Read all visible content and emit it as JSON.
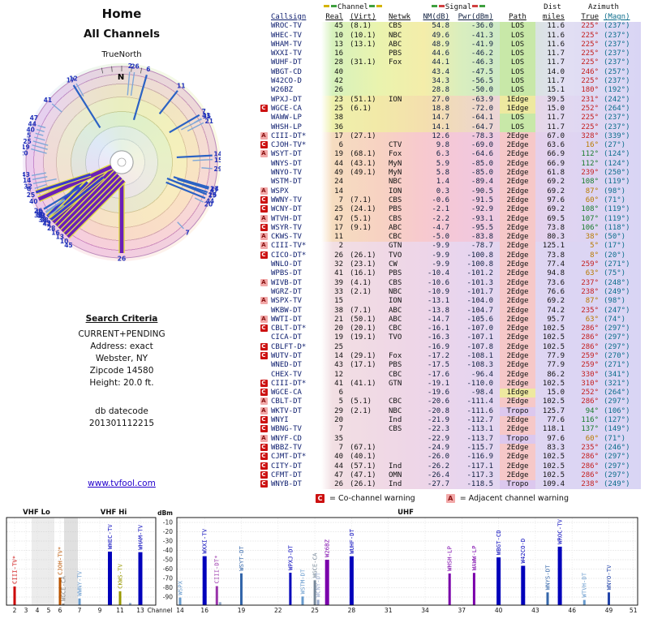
{
  "radar": {
    "title1": "Home",
    "title2": "All Channels",
    "north_label": "TrueNorth",
    "n_label": "N"
  },
  "search": {
    "heading": "Search Criteria",
    "lines": [
      "CURRENT+PENDING",
      "Address: exact",
      "Webster, NY",
      "Zipcode 14580",
      "Height: 20.0 ft."
    ],
    "db_label": "db datecode",
    "db_value": "201301112215",
    "link": "www.tvfool.com"
  },
  "table": {
    "group_headers": {
      "channel": "Channel",
      "signal": "Signal",
      "dist": "Dist",
      "azimuth": "Azimuth"
    },
    "col_headers": {
      "callsign": "Callsign",
      "real": "Real",
      "virt": "(Virt)",
      "netwk": "Netwk",
      "nm": "NM(dB)",
      "pwr": "Pwr(dBm)",
      "path": "Path",
      "miles": "miles",
      "true": "True",
      "magn": "(Magn)"
    }
  },
  "legend": {
    "c_label": "C",
    "c_text": "= Co-channel warning",
    "a_label": "A",
    "a_text": "= Adjacent channel warning"
  },
  "spectrum_axis": {
    "ylabel": "dBm",
    "xlabel": "Channel",
    "bands": [
      "VHF Lo",
      "VHF Hi",
      "UHF"
    ],
    "yticks": [
      -10,
      -20,
      -30,
      -40,
      -50,
      -60,
      -70,
      -80,
      -90
    ],
    "vhf_lo_ticks": [
      2,
      3,
      4,
      5,
      6
    ],
    "vhf_hi_ticks": [
      7,
      9,
      11,
      13
    ],
    "uhf_ticks": [
      14,
      16,
      19,
      22,
      25,
      28,
      31,
      34,
      37,
      40,
      43,
      46,
      49,
      51
    ]
  },
  "chart_data": {
    "type": "table",
    "title": "All Channels",
    "ylim": [
      -95,
      -10
    ],
    "stations": [
      {
        "warn": "",
        "call": "WROC-TV",
        "real": 45,
        "virt": "(8.1)",
        "net": "CBS",
        "nm": 54.8,
        "pwr": -36.0,
        "path": "LOS",
        "mi": 11.6,
        "az": 225,
        "mag": 237,
        "color": "#0000bb"
      },
      {
        "warn": "",
        "call": "WHEC-TV",
        "real": 10,
        "virt": "(10.1)",
        "net": "NBC",
        "nm": 49.6,
        "pwr": -41.3,
        "path": "LOS",
        "mi": 11.6,
        "az": 225,
        "mag": 237,
        "color": "#0000bb"
      },
      {
        "warn": "",
        "call": "WHAM-TV",
        "real": 13,
        "virt": "(13.1)",
        "net": "ABC",
        "nm": 48.9,
        "pwr": -41.9,
        "path": "LOS",
        "mi": 11.6,
        "az": 225,
        "mag": 237,
        "color": "#0000bb"
      },
      {
        "warn": "",
        "call": "WXXI-TV",
        "real": 16,
        "virt": "",
        "net": "PBS",
        "nm": 44.6,
        "pwr": -46.2,
        "path": "LOS",
        "mi": 11.7,
        "az": 225,
        "mag": 237,
        "color": "#0000bb"
      },
      {
        "warn": "",
        "call": "WUHF-DT",
        "real": 28,
        "virt": "(31.1)",
        "net": "Fox",
        "nm": 44.1,
        "pwr": -46.3,
        "path": "LOS",
        "mi": 11.7,
        "az": 225,
        "mag": 237,
        "color": "#0000bb"
      },
      {
        "warn": "",
        "call": "WBGT-CD",
        "real": 40,
        "virt": "",
        "net": "",
        "nm": 43.4,
        "pwr": -47.5,
        "path": "LOS",
        "mi": 14.0,
        "az": 246,
        "mag": 257,
        "color": "#0000bb"
      },
      {
        "warn": "",
        "call": "W42CO-D",
        "real": 42,
        "virt": "",
        "net": "",
        "nm": 34.3,
        "pwr": -56.5,
        "path": "LOS",
        "mi": 11.7,
        "az": 225,
        "mag": 237,
        "color": "#0000bb"
      },
      {
        "warn": "",
        "call": "W26BZ",
        "real": 26,
        "virt": "",
        "net": "",
        "nm": 28.8,
        "pwr": -50.0,
        "path": "LOS",
        "mi": 15.1,
        "az": 180,
        "mag": 192,
        "color": "#7a00aa"
      },
      {
        "warn": "",
        "call": "WPXJ-DT",
        "real": 23,
        "virt": "(51.1)",
        "net": "ION",
        "nm": 27.0,
        "pwr": -63.9,
        "path": "1Edge",
        "mi": 39.5,
        "az": 231,
        "mag": 242,
        "color": "#0000bb"
      },
      {
        "warn": "C",
        "call": "WGCE-CA",
        "real": 25,
        "virt": "(6.1)",
        "net": "",
        "nm": 18.8,
        "pwr": -72.0,
        "path": "1Edge",
        "mi": 15.0,
        "az": 252,
        "mag": 264,
        "color": "#778899"
      },
      {
        "warn": "",
        "call": "WAWW-LP",
        "real": 38,
        "virt": "",
        "net": "",
        "nm": 14.7,
        "pwr": -64.1,
        "path": "LOS",
        "mi": 11.7,
        "az": 225,
        "mag": 237,
        "color": "#7a00aa"
      },
      {
        "warn": "",
        "call": "WHSH-LP",
        "real": 36,
        "virt": "",
        "net": "",
        "nm": 14.1,
        "pwr": -64.7,
        "path": "LOS",
        "mi": 11.7,
        "az": 225,
        "mag": 237,
        "color": "#7a00aa"
      },
      {
        "warn": "A",
        "call": "CIII-DT*",
        "real": 17,
        "virt": "(27.1)",
        "net": "",
        "nm": 12.6,
        "pwr": -78.3,
        "path": "2Edge",
        "mi": 67.0,
        "az": 328,
        "mag": 339,
        "color": "#9933aa"
      },
      {
        "warn": "C",
        "call": "CJOH-TV*",
        "real": 6,
        "virt": "",
        "net": "CTV",
        "nm": 9.8,
        "pwr": -69.0,
        "path": "2Edge",
        "mi": 63.6,
        "az": 16,
        "mag": 27,
        "color": "#bb5500"
      },
      {
        "warn": "A",
        "call": "WSYT-DT",
        "real": 19,
        "virt": "(68.1)",
        "net": "Fox",
        "nm": 6.3,
        "pwr": -64.6,
        "path": "2Edge",
        "mi": 66.9,
        "az": 112,
        "mag": 124,
        "color": "#3366aa"
      },
      {
        "warn": "",
        "call": "WNYS-DT",
        "real": 44,
        "virt": "(43.1)",
        "net": "MyN",
        "nm": 5.9,
        "pwr": -85.0,
        "path": "2Edge",
        "mi": 66.9,
        "az": 112,
        "mag": 124,
        "color": "#3366aa"
      },
      {
        "warn": "",
        "call": "WNYO-TV",
        "real": 49,
        "virt": "(49.1)",
        "net": "MyN",
        "nm": 5.8,
        "pwr": -85.0,
        "path": "2Edge",
        "mi": 61.8,
        "az": 239,
        "mag": 250,
        "color": "#2244aa"
      },
      {
        "warn": "",
        "call": "WSTM-DT",
        "real": 24,
        "virt": "",
        "net": "NBC",
        "nm": 1.4,
        "pwr": -89.4,
        "path": "2Edge",
        "mi": 69.2,
        "az": 108,
        "mag": 119,
        "color": "#6699cc"
      },
      {
        "warn": "A",
        "call": "WSPX",
        "real": 14,
        "virt": "",
        "net": "ION",
        "nm": 0.3,
        "pwr": -90.5,
        "path": "2Edge",
        "mi": 69.2,
        "az": 87,
        "mag": 98,
        "color": "#6699cc"
      },
      {
        "warn": "C",
        "call": "WWNY-TV",
        "real": 7,
        "virt": "(7.1)",
        "net": "CBS",
        "nm": -0.6,
        "pwr": -91.5,
        "path": "2Edge",
        "mi": 97.6,
        "az": 60,
        "mag": 71,
        "color": "#6699cc"
      },
      {
        "warn": "C",
        "call": "WCNY-DT",
        "real": 25,
        "virt": "(24.1)",
        "net": "PBS",
        "nm": -2.1,
        "pwr": -92.9,
        "path": "2Edge",
        "mi": 69.2,
        "az": 108,
        "mag": 119,
        "color": "#99aacc"
      },
      {
        "warn": "A",
        "call": "WTVH-DT",
        "real": 47,
        "virt": "(5.1)",
        "net": "CBS",
        "nm": -2.2,
        "pwr": -93.1,
        "path": "2Edge",
        "mi": 69.5,
        "az": 107,
        "mag": 119,
        "color": "#6699cc"
      },
      {
        "warn": "C",
        "call": "WSYR-TV",
        "real": 17,
        "virt": "(9.1)",
        "net": "ABC",
        "nm": -4.7,
        "pwr": -95.5,
        "path": "2Edge",
        "mi": 73.8,
        "az": 106,
        "mag": 118
      },
      {
        "warn": "A",
        "call": "CKWS-TV",
        "real": 11,
        "virt": "",
        "net": "CBC",
        "nm": -5.0,
        "pwr": -83.8,
        "path": "2Edge",
        "mi": 80.3,
        "az": 38,
        "mag": 50,
        "color": "#999900"
      },
      {
        "warn": "A",
        "call": "CIII-TV*",
        "real": 2,
        "virt": "",
        "net": "GTN",
        "nm": -9.9,
        "pwr": -78.7,
        "path": "2Edge",
        "mi": 125.1,
        "az": 5,
        "mag": 17,
        "color": "#cc0000"
      },
      {
        "warn": "C",
        "call": "CICO-DT*",
        "real": 26,
        "virt": "(26.1)",
        "net": "TVO",
        "nm": -9.9,
        "pwr": -100.8,
        "path": "2Edge",
        "mi": 73.8,
        "az": 8,
        "mag": 20
      },
      {
        "warn": "",
        "call": "WNLO-DT",
        "real": 32,
        "virt": "(23.1)",
        "net": "CW",
        "nm": -9.9,
        "pwr": -100.8,
        "path": "2Edge",
        "mi": 77.4,
        "az": 259,
        "mag": 271
      },
      {
        "warn": "",
        "call": "WPBS-DT",
        "real": 41,
        "virt": "(16.1)",
        "net": "PBS",
        "nm": -10.4,
        "pwr": -101.2,
        "path": "2Edge",
        "mi": 94.8,
        "az": 63,
        "mag": 75
      },
      {
        "warn": "A",
        "call": "WIVB-DT",
        "real": 39,
        "virt": "(4.1)",
        "net": "CBS",
        "nm": -10.6,
        "pwr": -101.3,
        "path": "2Edge",
        "mi": 73.6,
        "az": 237,
        "mag": 248
      },
      {
        "warn": "",
        "call": "WGRZ-DT",
        "real": 33,
        "virt": "(2.1)",
        "net": "NBC",
        "nm": -10.9,
        "pwr": -101.7,
        "path": "2Edge",
        "mi": 76.6,
        "az": 238,
        "mag": 249
      },
      {
        "warn": "A",
        "call": "WSPX-TV",
        "real": 15,
        "virt": "",
        "net": "ION",
        "nm": -13.1,
        "pwr": -104.0,
        "path": "2Edge",
        "mi": 69.2,
        "az": 87,
        "mag": 98
      },
      {
        "warn": "",
        "call": "WKBW-DT",
        "real": 38,
        "virt": "(7.1)",
        "net": "ABC",
        "nm": -13.8,
        "pwr": -104.7,
        "path": "2Edge",
        "mi": 74.2,
        "az": 235,
        "mag": 247
      },
      {
        "warn": "A",
        "call": "WWTI-DT",
        "real": 21,
        "virt": "(50.1)",
        "net": "ABC",
        "nm": -14.7,
        "pwr": -105.6,
        "path": "2Edge",
        "mi": 95.7,
        "az": 63,
        "mag": 74
      },
      {
        "warn": "C",
        "call": "CBLT-DT*",
        "real": 20,
        "virt": "(20.1)",
        "net": "CBC",
        "nm": -16.1,
        "pwr": -107.0,
        "path": "2Edge",
        "mi": 102.5,
        "az": 286,
        "mag": 297
      },
      {
        "warn": "",
        "call": "CICA-DT",
        "real": 19,
        "virt": "(19.1)",
        "net": "TVO",
        "nm": -16.3,
        "pwr": -107.1,
        "path": "2Edge",
        "mi": 102.5,
        "az": 286,
        "mag": 297
      },
      {
        "warn": "C",
        "call": "CBLFT-D*",
        "real": 25,
        "virt": "",
        "net": "",
        "nm": -16.9,
        "pwr": -107.8,
        "path": "2Edge",
        "mi": 102.5,
        "az": 286,
        "mag": 297
      },
      {
        "warn": "C",
        "call": "WUTV-DT",
        "real": 14,
        "virt": "(29.1)",
        "net": "Fox",
        "nm": -17.2,
        "pwr": -108.1,
        "path": "2Edge",
        "mi": 77.9,
        "az": 259,
        "mag": 270
      },
      {
        "warn": "",
        "call": "WNED-DT",
        "real": 43,
        "virt": "(17.1)",
        "net": "PBS",
        "nm": -17.5,
        "pwr": -108.3,
        "path": "2Edge",
        "mi": 77.9,
        "az": 259,
        "mag": 271
      },
      {
        "warn": "",
        "call": "CHEX-TV",
        "real": 12,
        "virt": "",
        "net": "CBC",
        "nm": -17.6,
        "pwr": -96.4,
        "path": "2Edge",
        "mi": 86.2,
        "az": 330,
        "mag": 341
      },
      {
        "warn": "C",
        "call": "CIII-DT*",
        "real": 41,
        "virt": "(41.1)",
        "net": "GTN",
        "nm": -19.1,
        "pwr": -110.0,
        "path": "2Edge",
        "mi": 102.5,
        "az": 310,
        "mag": 321
      },
      {
        "warn": "C",
        "call": "WGCE-CA",
        "real": 6,
        "virt": "",
        "net": "",
        "nm": -19.6,
        "pwr": -98.4,
        "path": "1Edge",
        "mi": 15.0,
        "az": 252,
        "mag": 264,
        "color": "#888888"
      },
      {
        "warn": "A",
        "call": "CBLT-DT",
        "real": 5,
        "virt": "(5.1)",
        "net": "CBC",
        "nm": -20.6,
        "pwr": -111.4,
        "path": "2Edge",
        "mi": 102.5,
        "az": 286,
        "mag": 297
      },
      {
        "warn": "A",
        "call": "WKTV-DT",
        "real": 29,
        "virt": "(2.1)",
        "net": "NBC",
        "nm": -20.8,
        "pwr": -111.6,
        "path": "Tropo",
        "mi": 125.7,
        "az": 94,
        "mag": 106
      },
      {
        "warn": "C",
        "call": "WNYI",
        "real": 20,
        "virt": "",
        "net": "Ind",
        "nm": -21.9,
        "pwr": -112.7,
        "path": "2Edge",
        "mi": 77.6,
        "az": 116,
        "mag": 127
      },
      {
        "warn": "C",
        "call": "WBNG-TV",
        "real": 7,
        "virt": "",
        "net": "CBS",
        "nm": -22.3,
        "pwr": -113.1,
        "path": "2Edge",
        "mi": 118.1,
        "az": 137,
        "mag": 149
      },
      {
        "warn": "A",
        "call": "WNYF-CD",
        "real": 35,
        "virt": "",
        "net": "",
        "nm": -22.9,
        "pwr": -113.7,
        "path": "Tropo",
        "mi": 97.6,
        "az": 60,
        "mag": 71
      },
      {
        "warn": "C",
        "call": "WBBZ-TV",
        "real": 7,
        "virt": "(67.1)",
        "net": "",
        "nm": -24.9,
        "pwr": -115.7,
        "path": "2Edge",
        "mi": 83.3,
        "az": 235,
        "mag": 246
      },
      {
        "warn": "C",
        "call": "CJMT-DT*",
        "real": 40,
        "virt": "(40.1)",
        "net": "",
        "nm": -26.0,
        "pwr": -116.9,
        "path": "2Edge",
        "mi": 102.5,
        "az": 286,
        "mag": 297
      },
      {
        "warn": "C",
        "call": "CITY-DT",
        "real": 44,
        "virt": "(57.1)",
        "net": "Ind",
        "nm": -26.2,
        "pwr": -117.1,
        "path": "2Edge",
        "mi": 102.5,
        "az": 286,
        "mag": 297
      },
      {
        "warn": "C",
        "call": "CFMT-DT",
        "real": 47,
        "virt": "(47.1)",
        "net": "OMN",
        "nm": -26.4,
        "pwr": -117.3,
        "path": "2Edge",
        "mi": 102.5,
        "az": 286,
        "mag": 297
      },
      {
        "warn": "C",
        "call": "WNYB-DT",
        "real": 26,
        "virt": "(26.1)",
        "net": "Ind",
        "nm": -27.7,
        "pwr": -118.5,
        "path": "Tropo",
        "mi": 109.4,
        "az": 238,
        "mag": 249
      }
    ]
  }
}
